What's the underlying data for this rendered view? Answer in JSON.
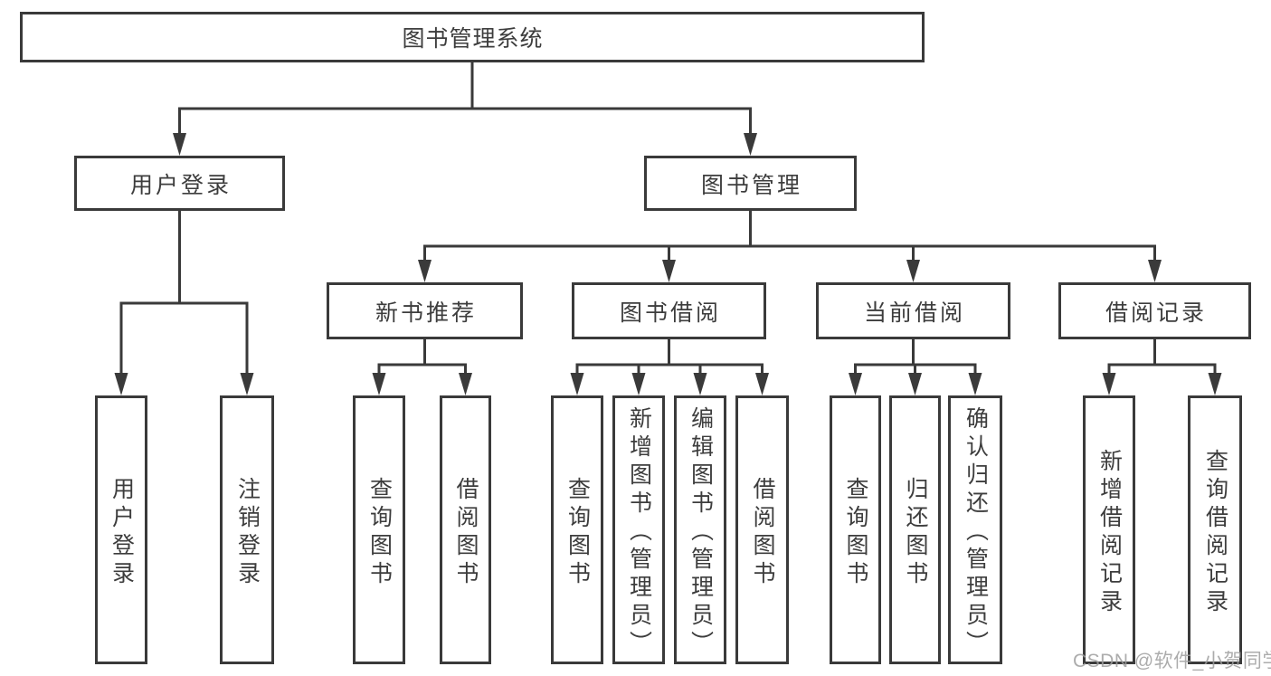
{
  "diagram": {
    "root": {
      "label": "图书管理系统",
      "children": [
        {
          "label": "用户登录",
          "children": [
            {
              "label": "用户登录"
            },
            {
              "label": "注销登录"
            }
          ]
        },
        {
          "label": "图书管理",
          "children": [
            {
              "label": "新书推荐",
              "children": [
                {
                  "label": "查询图书"
                },
                {
                  "label": "借阅图书"
                }
              ]
            },
            {
              "label": "图书借阅",
              "children": [
                {
                  "label": "查询图书"
                },
                {
                  "label": "新增图书（管理员）"
                },
                {
                  "label": "编辑图书（管理员）"
                },
                {
                  "label": "借阅图书"
                }
              ]
            },
            {
              "label": "当前借阅",
              "children": [
                {
                  "label": "查询图书"
                },
                {
                  "label": "归还图书"
                },
                {
                  "label": "确认归还（管理员）"
                }
              ]
            },
            {
              "label": "借阅记录",
              "children": [
                {
                  "label": "新增借阅记录"
                },
                {
                  "label": "查询借阅记录"
                }
              ]
            }
          ]
        }
      ]
    }
  },
  "watermark": {
    "text": "CSDN @软件_小贺同学"
  },
  "colors": {
    "line": "#3a3a3a",
    "box_border": "#3a3a3a",
    "text": "#3d3d3d",
    "watermark": "#9e9e9e",
    "background": "#ffffff"
  }
}
